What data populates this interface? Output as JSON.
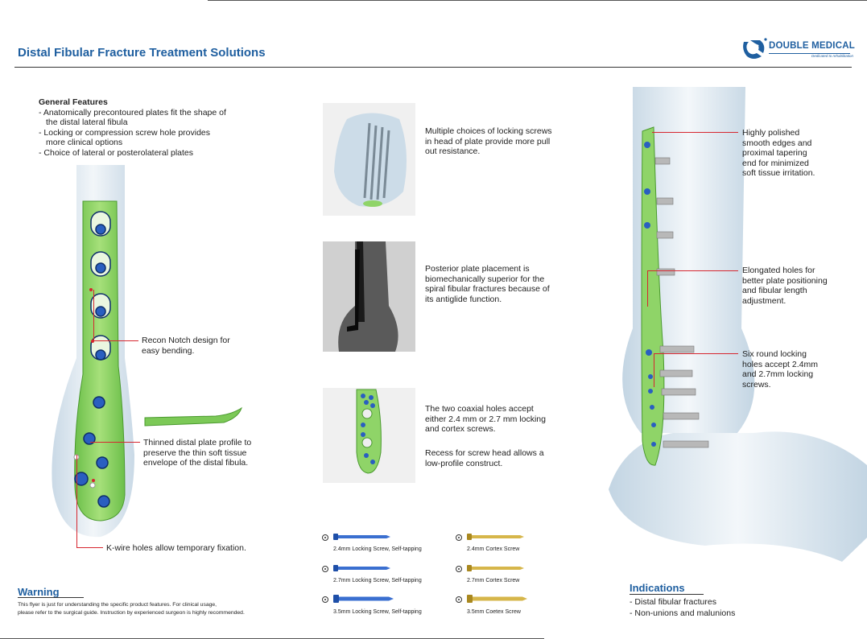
{
  "header": {
    "title": "Distal Fibular Fracture Treatment Solutions",
    "brand": "DOUBLE MEDICAL",
    "tagline": "Dedicated to rehabilitation"
  },
  "general_features": {
    "heading": "General Features",
    "items": [
      [
        "- Anatomically precontoured plates fit the shape of",
        "the distal lateral fibula"
      ],
      [
        "- Locking or compression screw hole provides",
        "more clinical options"
      ],
      [
        "- Choice of lateral or posterolateral plates"
      ]
    ]
  },
  "left_callouts": {
    "recon_notch": [
      "Recon Notch design for",
      "easy bending."
    ],
    "thinned_profile": [
      "Thinned distal plate profile to",
      "preserve the thin soft tissue",
      "envelope of the distal fibula."
    ],
    "kwire": [
      "K-wire holes allow temporary fixation."
    ]
  },
  "middle_callouts": {
    "locking_choice": [
      "Multiple choices of locking screws",
      "in head of plate provide more pull",
      "out resistance."
    ],
    "posterior": [
      "Posterior plate placement is",
      "biomechanically superior for the",
      "spiral fibular fractures because of",
      "its antiglide function."
    ],
    "coaxial": [
      "The two coaxial holes accept",
      "either 2.4 mm or 2.7 mm locking",
      "and cortex screws."
    ],
    "recess": [
      "Recess for screw head allows a",
      "low-profile construct."
    ]
  },
  "right_callouts": {
    "polished": [
      "Highly polished",
      "smooth edges and",
      "proximal tapering",
      "end for minimized",
      "soft tissue irritation."
    ],
    "elongated": [
      "Elongated holes for",
      "better plate positioning",
      "and fibular length",
      "adjustment."
    ],
    "six_round": [
      "Six round locking",
      "holes accept 2.4mm",
      "and 2.7mm locking",
      "screws."
    ]
  },
  "screws": [
    {
      "label": "2.4mm Locking Screw, Self-tapping",
      "kind": "locking"
    },
    {
      "label": "2.4mm Cortex Screw",
      "kind": "cortex"
    },
    {
      "label": "2.7mm Locking Screw, Self-tapping",
      "kind": "locking"
    },
    {
      "label": "2.7mm Cortex Screw",
      "kind": "cortex"
    },
    {
      "label": "3.5mm Locking Screw, Self-tapping",
      "kind": "locking"
    },
    {
      "label": "3.5mm Coetex Screw",
      "kind": "cortex"
    }
  ],
  "warning": {
    "title": "Warning",
    "lines": [
      "This flyer is just for understanding the specific product features. For clinical usage,",
      "please refer to the surgical guide. Instruction by experienced surgeon is highly recommended."
    ]
  },
  "indications": {
    "title": "Indications",
    "items": [
      "- Distal fibular fractures",
      "- Non-unions and malunions"
    ]
  },
  "colors": {
    "brand_blue": "#1f5fa0",
    "callout_red": "#d6262f",
    "plate_green": "#8fd468",
    "screw_blue": "#2a5fc0",
    "screw_gold": "#c9a83a"
  }
}
